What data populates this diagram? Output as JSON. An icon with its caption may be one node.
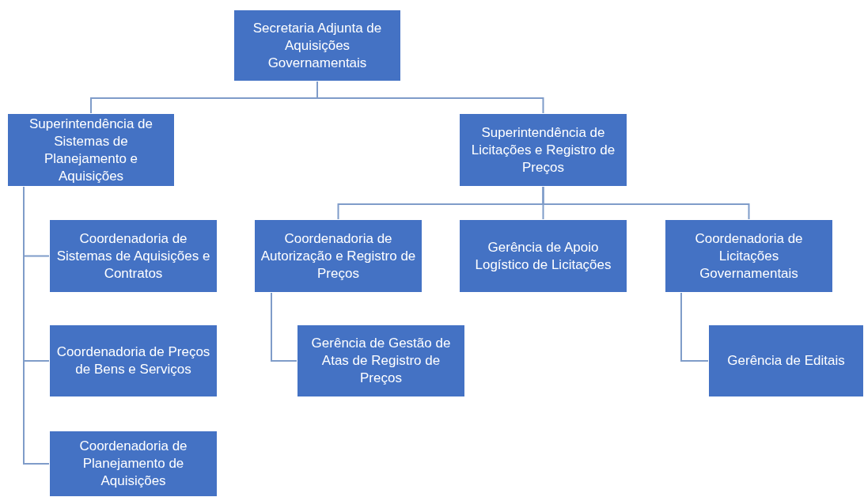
{
  "diagram": {
    "nodes": [
      {
        "text": [
          "Secretaria Adjunta de Aquisições Governamentais"
        ]
      },
      {
        "text": [
          "Superintendência de Sistemas de Planejamento e Aquisições"
        ]
      },
      {
        "text": [
          "Superintendência de Licitações e Registro de Preços"
        ]
      },
      {
        "text": [
          "Coordenadoria de Sistemas de Aquisições e Contratos"
        ]
      },
      {
        "text": [
          "Coordenadoria de Preços de Bens e Serviços"
        ]
      },
      {
        "text": [
          "Coordenadoria de Planejamento de Aquisições"
        ]
      },
      {
        "text": [
          "Coordenadoria de Autorização e Registro de Preços"
        ]
      },
      {
        "text": [
          "Gerência de Apoio Logístico de Licitações"
        ]
      },
      {
        "text": [
          "Coordenadoria de Licitações Governamentais"
        ]
      },
      {
        "text": [
          "Gerência de Gestão de Atas de Registro de Preços"
        ]
      },
      {
        "text": [
          "Gerência de Editais"
        ]
      }
    ],
    "edges": [
      {
        "from": 0,
        "to": 1,
        "arrow": "none"
      },
      {
        "from": 0,
        "to": 2,
        "arrow": "none"
      },
      {
        "from": 1,
        "to": 3,
        "arrow": "none"
      },
      {
        "from": 1,
        "to": 4,
        "arrow": "none"
      },
      {
        "from": 1,
        "to": 5,
        "arrow": "none"
      },
      {
        "from": 2,
        "to": 6,
        "arrow": "none"
      },
      {
        "from": 2,
        "to": 7,
        "arrow": "none"
      },
      {
        "from": 2,
        "to": 8,
        "arrow": "none"
      },
      {
        "from": 6,
        "to": 9,
        "arrow": "none"
      },
      {
        "from": 8,
        "to": 10,
        "arrow": "none"
      }
    ]
  }
}
